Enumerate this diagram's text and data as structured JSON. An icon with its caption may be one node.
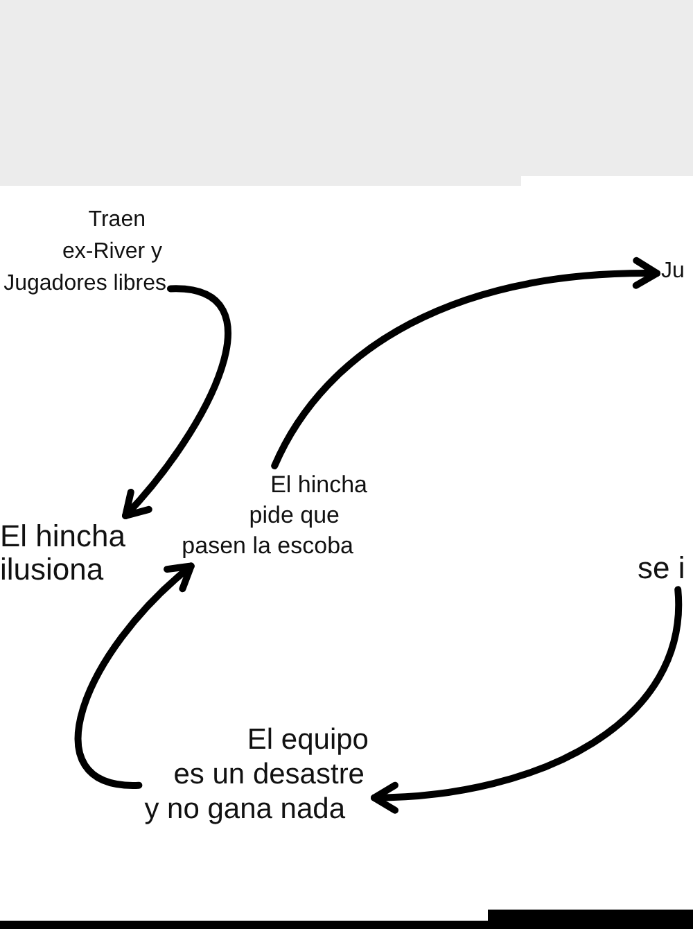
{
  "diagram": {
    "nodes": [
      {
        "text": [
          "Traen ex-River y Jugadores libres"
        ]
      },
      {
        "text": [
          "Ju"
        ]
      },
      {
        "text": [
          "El hincha pide que pasen la escoba"
        ]
      },
      {
        "text": [
          "El hincha ilusiona"
        ]
      },
      {
        "text": [
          "se i"
        ]
      },
      {
        "text": [
          "El equipo es un desastre y no gana nada"
        ]
      }
    ],
    "edges": [
      {
        "from": 0,
        "to": 3,
        "arrow": "to"
      },
      {
        "from": 2,
        "to": 1,
        "arrow": "to"
      },
      {
        "from": 4,
        "to": 5,
        "arrow": "to"
      },
      {
        "from": 5,
        "to": 2,
        "arrow": "to"
      }
    ]
  }
}
